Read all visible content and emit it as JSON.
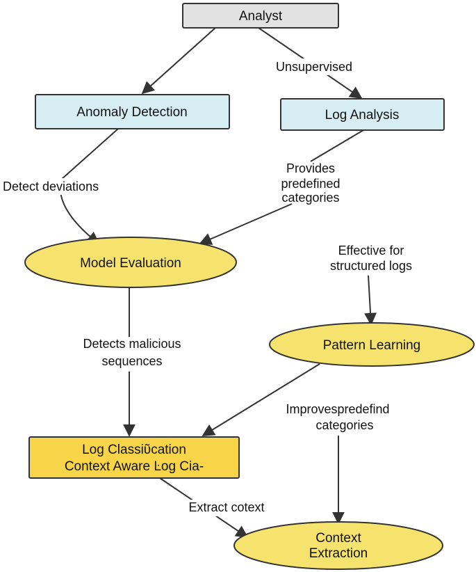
{
  "nodes": {
    "analyst": {
      "label": "Analyst",
      "fill": "#e2e2e2",
      "stroke": "#333333"
    },
    "anomaly_detection": {
      "label": "Anomaly Detection",
      "fill": "#d7edf4",
      "stroke": "#333333"
    },
    "log_analysis": {
      "label": "Log Analysis",
      "fill": "#d7edf4",
      "stroke": "#333333"
    },
    "model_evaluation": {
      "label": "Model Evaluation",
      "fill": "#f6e36e",
      "stroke": "#333333"
    },
    "pattern_learning": {
      "label": "Pattern Learning",
      "fill": "#f6e36e",
      "stroke": "#333333"
    },
    "log_classification": {
      "line1": "Log Classiῦcation",
      "line2": "Context Aware Ŀog Cia-",
      "fill": "#f8d548",
      "stroke": "#333333"
    },
    "context_extraction": {
      "line1": "Context",
      "line2": "Extraction",
      "fill": "#f6e36e",
      "stroke": "#333333"
    }
  },
  "edge_labels": {
    "unsupervised": "Unsupervised",
    "detect_deviations": "Detect deviations",
    "provides_predefined_categories": [
      "Provides",
      "predefined",
      "categories"
    ],
    "effective_for_structured_logs": [
      "Effective for",
      "structured logs"
    ],
    "detects_malicious_sequences": [
      "Detects malicious",
      "sequences"
    ],
    "improves_predefined_categories": [
      "Improvespredefind",
      "categories"
    ],
    "extract_context": "Extract cotext"
  },
  "colors": {
    "line": "#333333",
    "text": "#111111",
    "background": "#ffffff"
  }
}
